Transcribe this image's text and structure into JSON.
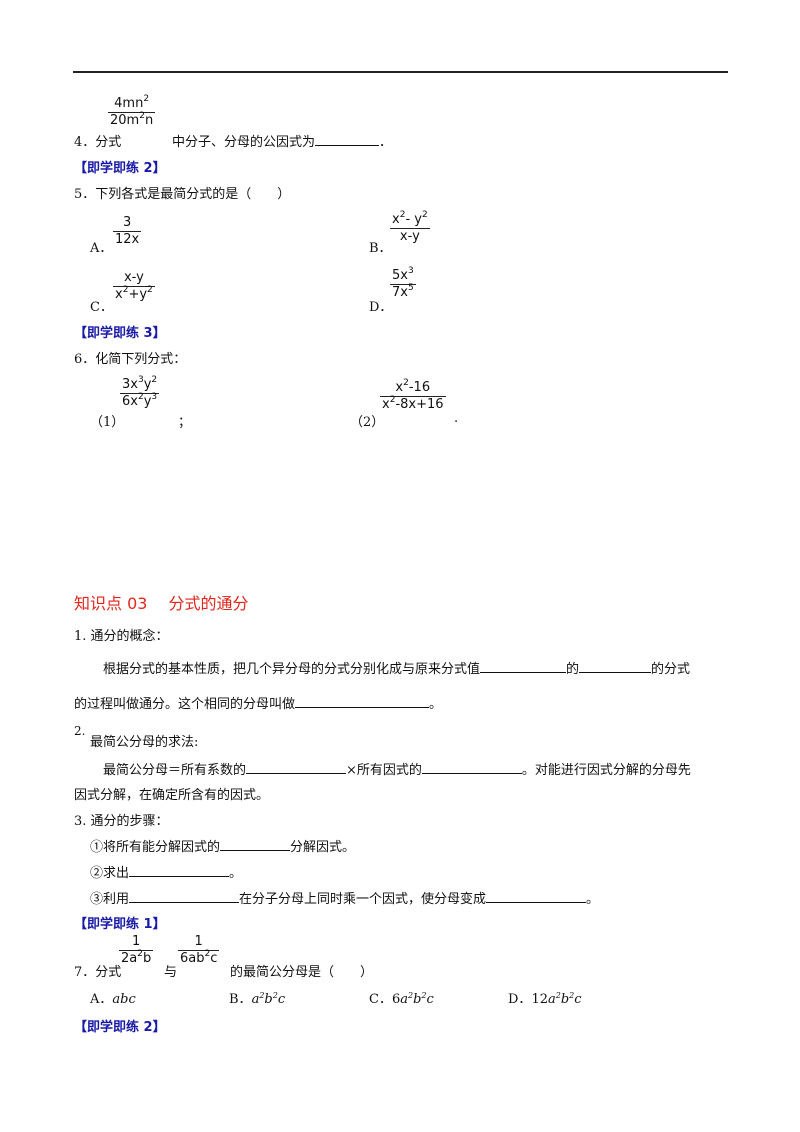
{
  "q4": {
    "prefix": "4．分式",
    "frac_num": "4mn",
    "frac_den_a": "20m",
    "frac_den_b": "n",
    "suffix": "中分子、分母的公因式为",
    "end": "．"
  },
  "tag1": "【即学即练 2】",
  "q5": {
    "stem": "5．下列各式是最简分式的是（　　）",
    "A_label": "A．",
    "A_num": "3",
    "A_den": "12x",
    "B_label": "B．",
    "B_num_a": "x",
    "B_num_b": "- y",
    "B_den": "x-y",
    "C_label": "C．",
    "C_num": "x-y",
    "C_den_a": "x",
    "C_den_b": "+y",
    "D_label": "D．",
    "D_num": "5x",
    "D_den": "7x"
  },
  "tag2": "【即学即练 3】",
  "q6": {
    "stem": "6．化简下列分式：",
    "p1_label": "（1）",
    "p1_num_a": "3x",
    "p1_num_b": "y",
    "p1_den_a": "6x",
    "p1_den_b": "y",
    "p1_end": "；",
    "p2_label": "（2）",
    "p2_num": "-16",
    "p2_den": "-8x+16",
    "p2_end": "."
  },
  "section": {
    "title": "知识点 03　 分式的通分"
  },
  "k1": {
    "head": "1. 通分的概念：",
    "line1_a": "根据分式的基本性质，把几个异分母的分式分别化成与原来分式值",
    "line1_b": "的",
    "line1_c": "的分式",
    "line2_a": "的过程叫做通分。这个相同的分母叫做",
    "line2_b": "。"
  },
  "k2": {
    "num": "2.",
    "head": "最简公分母的求法:",
    "line1_a": "最简公分母＝所有系数的",
    "line1_b": "×所有因式的",
    "line1_c": "。对能进行因式分解的分母先",
    "line2": "因式分解，在确定所含有的因式。"
  },
  "k3": {
    "head": "3. 通分的步骤：",
    "s1_a": "①将所有能分解因式的",
    "s1_b": "分解因式。",
    "s2_a": "②求出",
    "s2_b": "。",
    "s3_a": "③利用",
    "s3_b": "在分子分母上同时乘一个因式，使分母变成",
    "s3_c": "。"
  },
  "tag3": "【即学即练 1】",
  "q7": {
    "prefix": "7．分式",
    "f1_num": "1",
    "f1_den": "2a b",
    "mid": "与",
    "f2_num": "1",
    "f2_den": "6ab c",
    "suffix": "的最简公分母是（　　）",
    "A": "A．",
    "A_val": "abc",
    "B": "B．",
    "C": "C．",
    "D": "D．"
  },
  "tag4": "【即学即练 2】"
}
